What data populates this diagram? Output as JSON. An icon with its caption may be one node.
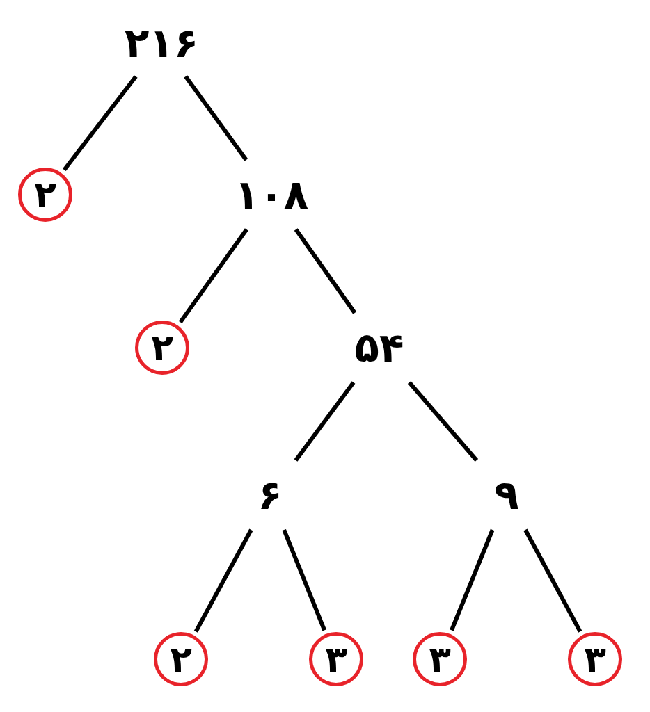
{
  "diagram": {
    "nodes": [
      {
        "text": [
          "۲۱۶"
        ]
      },
      {
        "text": [
          "۲"
        ]
      },
      {
        "text": [
          "۱۰۸"
        ]
      },
      {
        "text": [
          "۲"
        ]
      },
      {
        "text": [
          "۵۴"
        ]
      },
      {
        "text": [
          "۶"
        ]
      },
      {
        "text": [
          "۹"
        ]
      },
      {
        "text": [
          "۲"
        ]
      },
      {
        "text": [
          "۳"
        ]
      },
      {
        "text": [
          "۳"
        ]
      },
      {
        "text": [
          "۳"
        ]
      }
    ],
    "edges": [
      {
        "from": 0,
        "to": 1,
        "arrow": "none"
      },
      {
        "from": 0,
        "to": 2,
        "arrow": "none"
      },
      {
        "from": 2,
        "to": 3,
        "arrow": "none"
      },
      {
        "from": 2,
        "to": 4,
        "arrow": "none"
      },
      {
        "from": 4,
        "to": 5,
        "arrow": "none"
      },
      {
        "from": 4,
        "to": 6,
        "arrow": "none"
      },
      {
        "from": 5,
        "to": 7,
        "arrow": "none"
      },
      {
        "from": 5,
        "to": 8,
        "arrow": "none"
      },
      {
        "from": 6,
        "to": 9,
        "arrow": "none"
      },
      {
        "from": 6,
        "to": 10,
        "arrow": "none"
      }
    ]
  }
}
